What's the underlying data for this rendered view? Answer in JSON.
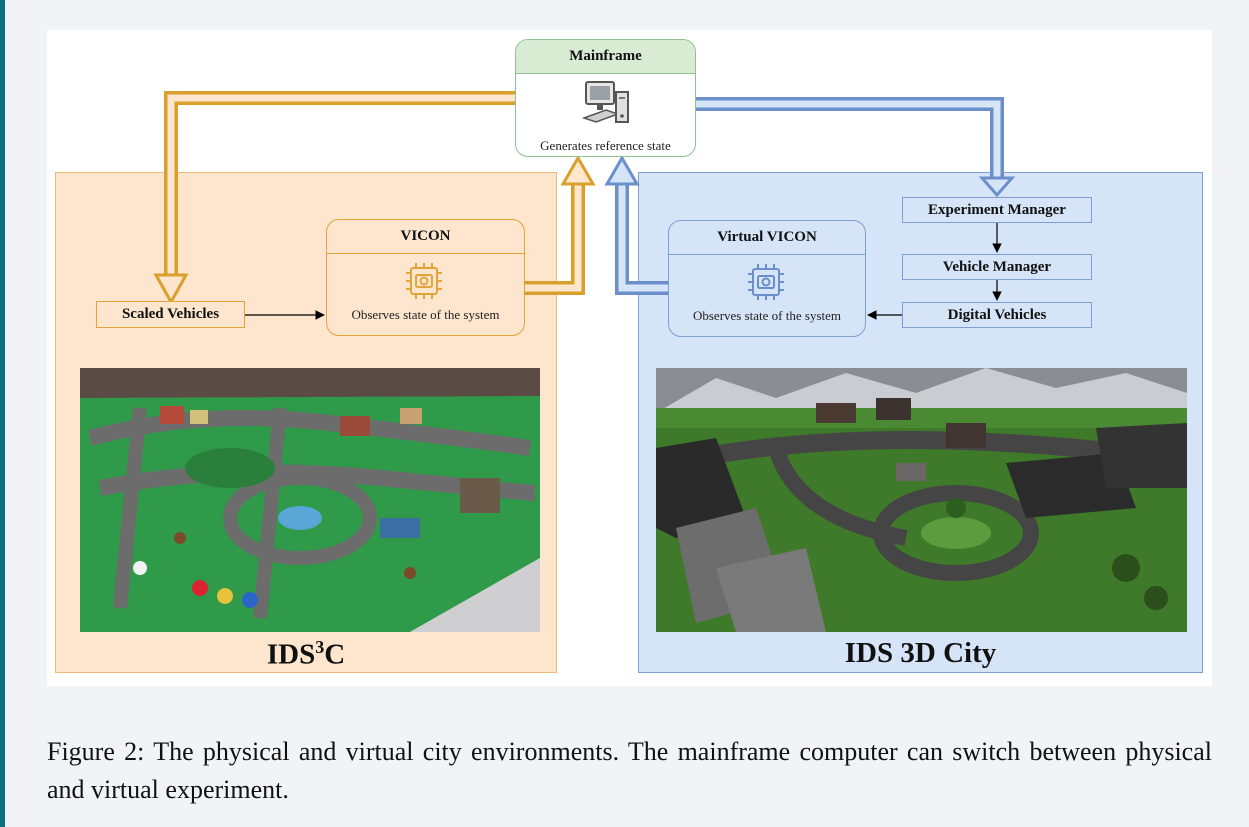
{
  "figure": {
    "caption": "Figure 2: The physical and virtual city environments. The mainframe computer can switch between physical and virtual experiment."
  },
  "mainframe": {
    "title": "Mainframe",
    "description": "Generates reference state",
    "icon": "computer-icon"
  },
  "physical": {
    "label_main": "IDS",
    "label_sup": "3",
    "label_end": "C",
    "vicon": {
      "title": "VICON",
      "description": "Observes state of the system",
      "icon": "chip-camera-icon"
    },
    "scaled_vehicles": "Scaled Vehicles",
    "photo": "physical scaled city model"
  },
  "virtual": {
    "label": "IDS 3D City",
    "virtual_vicon": {
      "title": "Virtual VICON",
      "description": "Observes state of the system",
      "icon": "chip-camera-icon"
    },
    "experiment_manager": "Experiment Manager",
    "vehicle_manager": "Vehicle Manager",
    "digital_vehicles": "Digital Vehicles",
    "photo": "rendered 3D virtual city"
  },
  "colors": {
    "physical_fill": "#fde6cd",
    "physical_accent": "#e1a33b",
    "virtual_fill": "#d6e4f7",
    "virtual_accent": "#7e9ed1",
    "mainframe_header": "#d8ebd3"
  }
}
